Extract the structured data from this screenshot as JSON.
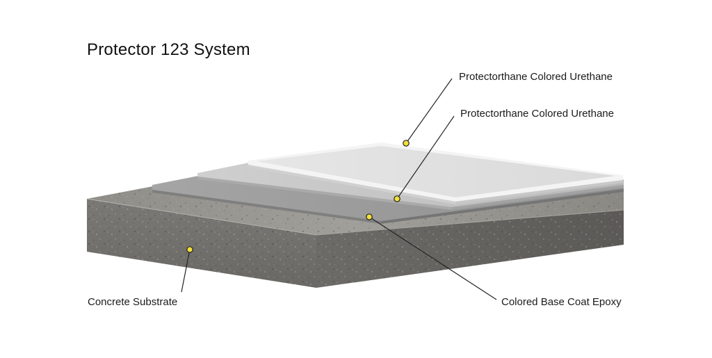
{
  "title": "Protector 123 System",
  "layers": [
    {
      "id": "top-coat",
      "label": "Protectorthane Colored Urethane"
    },
    {
      "id": "second-coat",
      "label": "Protectorthane Colored Urethane"
    },
    {
      "id": "base-coat",
      "label": "Colored Base Coat Epoxy"
    },
    {
      "id": "substrate",
      "label": "Concrete Substrate"
    }
  ],
  "colors": {
    "marker_fill": "#f2e03a",
    "marker_stroke": "#222222",
    "leader_line": "#222222",
    "concrete": "#8d8b86",
    "base_coat": "#9d9d9d",
    "second_coat": "#c9c9c9",
    "top_coat": "#e2e2e2"
  }
}
